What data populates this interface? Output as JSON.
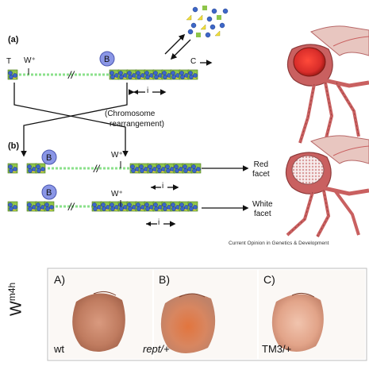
{
  "diagram": {
    "panel_a_label": "(a)",
    "panel_b_label": "(b)",
    "label_T": "T",
    "label_W_plus_a": "W⁺",
    "label_W_plus_b1": "W⁺",
    "label_W_plus_b2": "W⁺",
    "label_B": "B",
    "label_C": "C",
    "label_i": "i",
    "rearrangement_line1": "(Chromosome",
    "rearrangement_line2": "rearrangement)",
    "break_mark": "//",
    "outcome_red_1": "Red",
    "outcome_red_2": "facet",
    "outcome_white_1": "White",
    "outcome_white_2": "facet",
    "credit": "Current Opinion in Genetics & Development"
  },
  "photos": {
    "y_label_base": "W",
    "y_label_sup": "m4h",
    "panels": [
      {
        "letter": "A)",
        "caption": "wt"
      },
      {
        "letter": "B)",
        "caption": "rept/+"
      },
      {
        "letter": "C)",
        "caption": "TM3/+"
      }
    ]
  },
  "colors": {
    "chromatin_green": "#8ec54a",
    "chromatin_yellow": "#f2df3a",
    "nucleosome_blue": "#3d67c8",
    "protein_B": "#8a96e6",
    "chromosome_line": "#8be08b",
    "red_eye": "#d92d2a",
    "fly_body": "#c96060"
  }
}
